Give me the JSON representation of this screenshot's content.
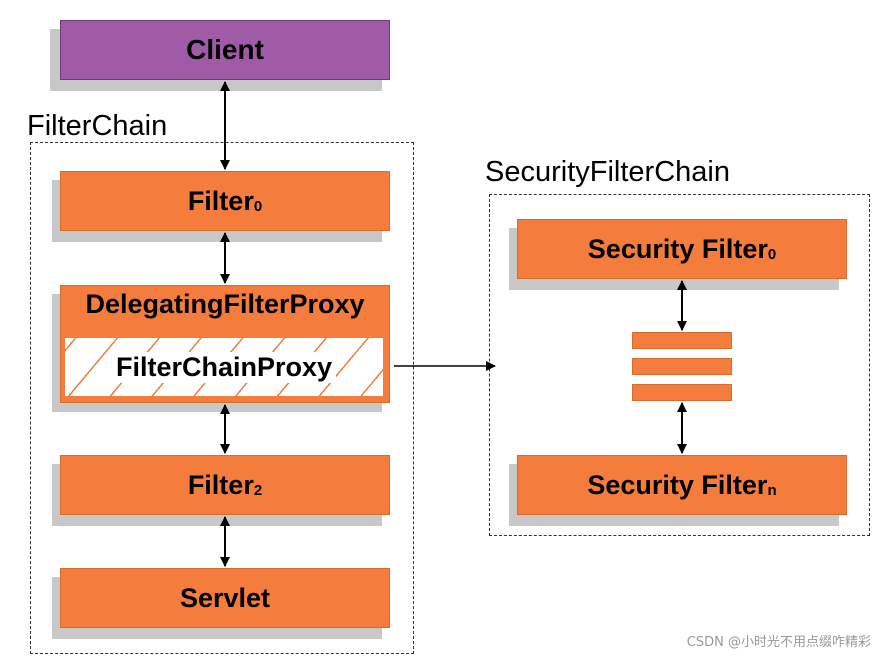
{
  "client": {
    "label": "Client"
  },
  "filter_chain": {
    "title": "FilterChain",
    "filter0": {
      "label": "Filter",
      "sub": "0"
    },
    "delegating": {
      "label": "DelegatingFilterProxy"
    },
    "filter_chain_proxy": {
      "label": "FilterChainProxy"
    },
    "filter2": {
      "label": "Filter",
      "sub": "2"
    },
    "servlet": {
      "label": "Servlet"
    }
  },
  "security_filter_chain": {
    "title": "SecurityFilterChain",
    "security_filter0": {
      "label": "Security Filter",
      "sub": "0"
    },
    "security_filtern": {
      "label": "Security Filter",
      "sub": "n"
    }
  },
  "watermark": "CSDN @小时光不用点缀咋精彩",
  "colors": {
    "filter": "#f47c3c",
    "client": "#a05ba6",
    "shadow": "#c8c8c8"
  }
}
